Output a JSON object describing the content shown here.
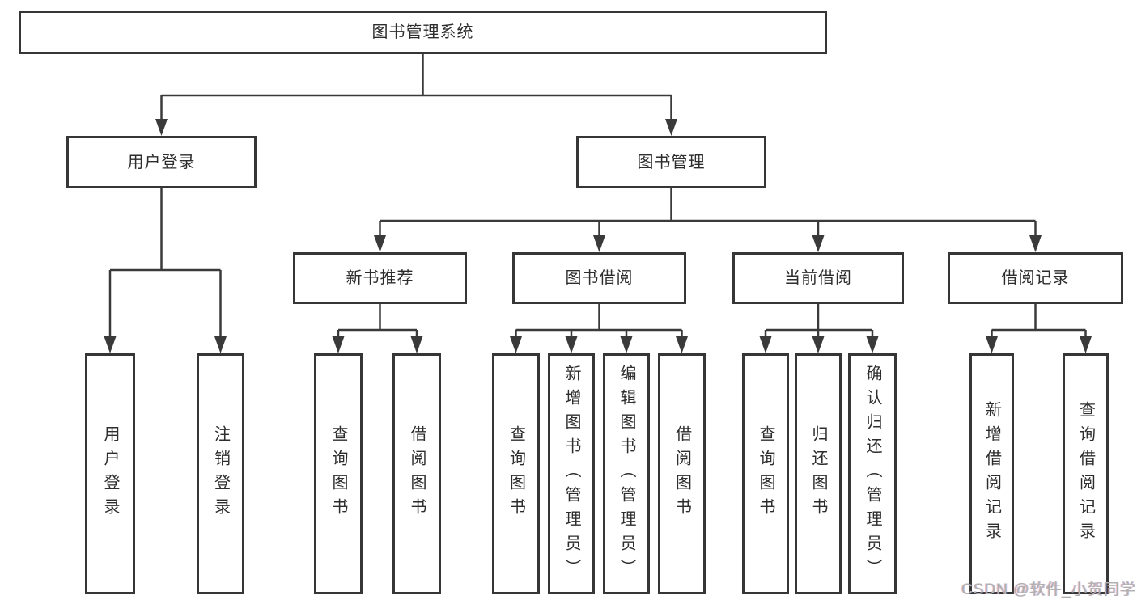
{
  "diagram": {
    "title": "图书管理系统",
    "watermark": "CSDN @软件_小贺同学",
    "colors": {
      "line": "#3a3a3a",
      "box_border": "#363636",
      "box_background": "#ffffff",
      "text": "#2d2d2d",
      "watermark": "#b0b0b0"
    },
    "nodes": [
      {
        "id": "root",
        "label": "图书管理系统",
        "vertical": false
      },
      {
        "id": "user-login",
        "label": "用户登录",
        "vertical": false
      },
      {
        "id": "book-mgmt",
        "label": "图书管理",
        "vertical": false
      },
      {
        "id": "new-book-rec",
        "label": "新书推荐",
        "vertical": false
      },
      {
        "id": "book-borrow",
        "label": "图书借阅",
        "vertical": false
      },
      {
        "id": "current-borrow",
        "label": "当前借阅",
        "vertical": false
      },
      {
        "id": "borrow-records",
        "label": "借阅记录",
        "vertical": false
      },
      {
        "id": "leaf-user-login",
        "label": "用户登录",
        "vertical": true
      },
      {
        "id": "leaf-logout",
        "label": "注销登录",
        "vertical": true
      },
      {
        "id": "leaf-query-books-rec",
        "label": "查询图书",
        "vertical": true
      },
      {
        "id": "leaf-borrow-books-rec",
        "label": "借阅图书",
        "vertical": true
      },
      {
        "id": "leaf-query-books-borrow",
        "label": "查询图书",
        "vertical": true
      },
      {
        "id": "leaf-add-books",
        "label": "新增图书（管理员）",
        "vertical": true
      },
      {
        "id": "leaf-edit-books",
        "label": "编辑图书（管理员）",
        "vertical": true
      },
      {
        "id": "leaf-borrow-books",
        "label": "借阅图书",
        "vertical": true
      },
      {
        "id": "leaf-query-books-current",
        "label": "查询图书",
        "vertical": true
      },
      {
        "id": "leaf-return-books",
        "label": "归还图书",
        "vertical": true
      },
      {
        "id": "leaf-confirm-return",
        "label": "确认归还（管理员）",
        "vertical": true
      },
      {
        "id": "leaf-add-borrow-record",
        "label": "新增借阅记录",
        "vertical": true
      },
      {
        "id": "leaf-query-borrow-record",
        "label": "查询借阅记录",
        "vertical": true
      }
    ],
    "edges": [
      {
        "from": "root",
        "to": [
          "user-login",
          "book-mgmt"
        ]
      },
      {
        "from": "user-login",
        "to": [
          "leaf-user-login",
          "leaf-logout"
        ]
      },
      {
        "from": "book-mgmt",
        "to": [
          "new-book-rec",
          "book-borrow",
          "current-borrow",
          "borrow-records"
        ]
      },
      {
        "from": "new-book-rec",
        "to": [
          "leaf-query-books-rec",
          "leaf-borrow-books-rec"
        ]
      },
      {
        "from": "book-borrow",
        "to": [
          "leaf-query-books-borrow",
          "leaf-add-books",
          "leaf-edit-books",
          "leaf-borrow-books"
        ]
      },
      {
        "from": "current-borrow",
        "to": [
          "leaf-query-books-current",
          "leaf-return-books",
          "leaf-confirm-return"
        ]
      },
      {
        "from": "borrow-records",
        "to": [
          "leaf-add-borrow-record",
          "leaf-query-borrow-record"
        ]
      }
    ]
  }
}
